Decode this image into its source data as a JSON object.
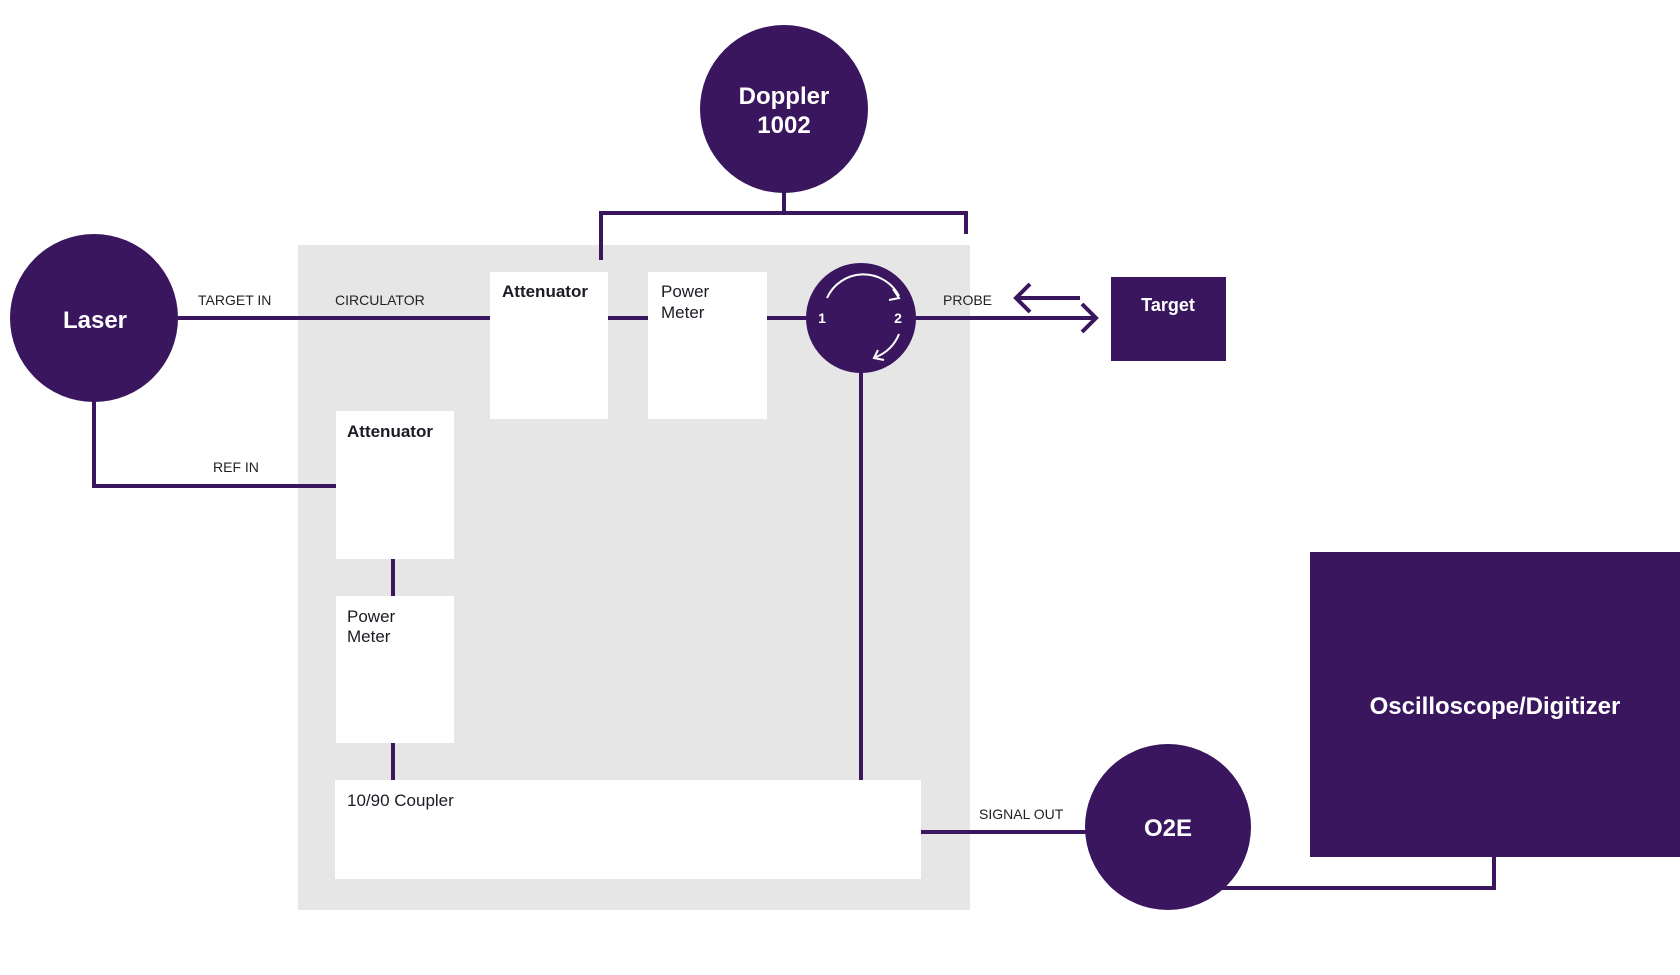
{
  "colors": {
    "node": "#3a165e",
    "panel": "#e6e6e6",
    "box": "#ffffff",
    "background": "#ffffff"
  },
  "nodes": {
    "doppler": {
      "line1": "Doppler",
      "line2": "1002"
    },
    "laser": {
      "label": "Laser"
    },
    "target": {
      "label": "Target"
    },
    "o2e": {
      "label": "O2E"
    },
    "oscilloscope": {
      "label": "Oscilloscope/Digitizer"
    },
    "circulator": {
      "port1": "1",
      "port2": "2"
    }
  },
  "boxes": {
    "attenuator_top": {
      "label": "Attenuator"
    },
    "power_meter_top": {
      "line1": "Power",
      "line2": "Meter"
    },
    "attenuator_ref": {
      "label": "Attenuator"
    },
    "power_meter_ref": {
      "line1": "Power",
      "line2": "Meter"
    },
    "coupler": {
      "label": "10/90 Coupler"
    }
  },
  "connections": {
    "target_in": "TARGET IN",
    "circulator": "CIRCULATOR",
    "ref_in": "REF IN",
    "probe": "PROBE",
    "signal_out": "SIGNAL OUT"
  }
}
